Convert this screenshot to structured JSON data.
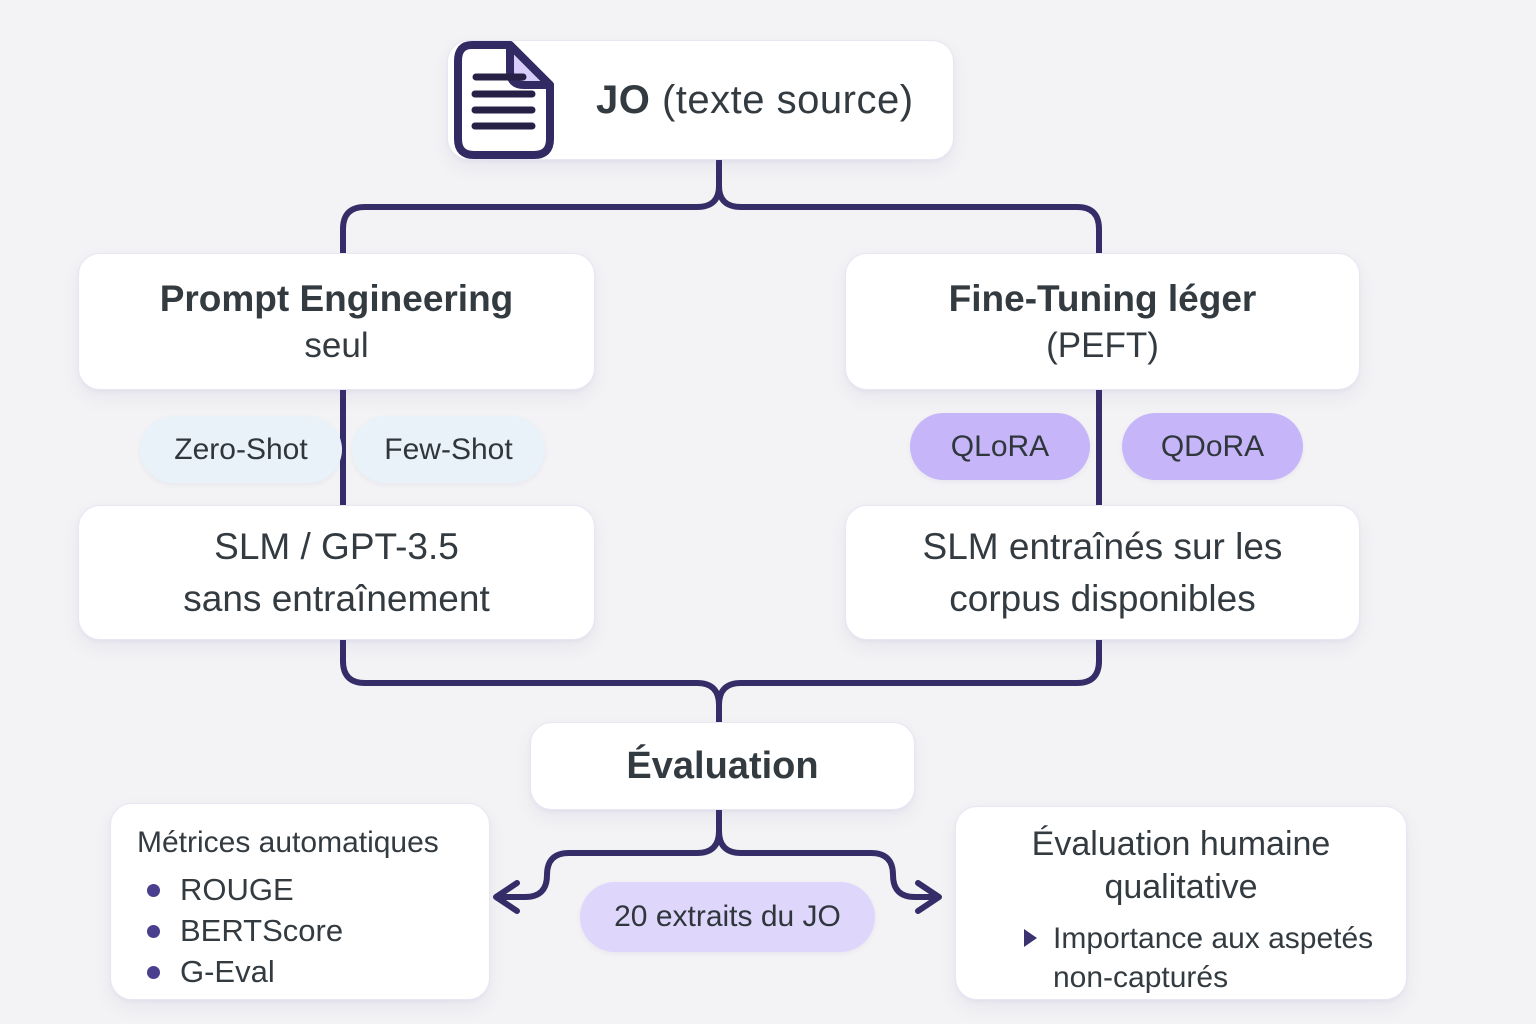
{
  "source": {
    "name": "JO",
    "label": "(texte source)",
    "icon": "document-icon"
  },
  "branches": {
    "left": {
      "title": "Prompt Engineering",
      "subtitle": "seul",
      "tags": [
        {
          "label": "Zero-Shot"
        },
        {
          "label": "Few-Shot"
        }
      ],
      "result": {
        "line1": "SLM / GPT-3.5",
        "line2": "sans entraînement"
      }
    },
    "right": {
      "title": "Fine-Tuning léger",
      "subtitle": "(PEFT)",
      "tags": [
        {
          "label": "QLoRA"
        },
        {
          "label": "QDoRA"
        }
      ],
      "result": {
        "line1": "SLM entraînés sur les",
        "line2": "corpus disponibles"
      }
    }
  },
  "evaluation": {
    "title": "Évaluation"
  },
  "outputs": {
    "metrics": {
      "title": "Métrices automatiques",
      "items": [
        "ROUGE",
        "BERTScore",
        "G-Eval"
      ]
    },
    "sample": {
      "label": "20 extraits du JO"
    },
    "human": {
      "title_line1": "Évaluation humaine",
      "title_line2": "qualitative",
      "items": [
        "Importance aux aspetés non-capturés"
      ]
    }
  },
  "colors": {
    "background": "#f3f3f5",
    "card": "#ffffff",
    "connector": "#352d68",
    "text": "#333b41",
    "tag_blue": "#e9f2f9",
    "tag_purple": "#c6b6f9",
    "sample_pill": "#ded6fb",
    "icon_fold": "#d7cdf8"
  }
}
